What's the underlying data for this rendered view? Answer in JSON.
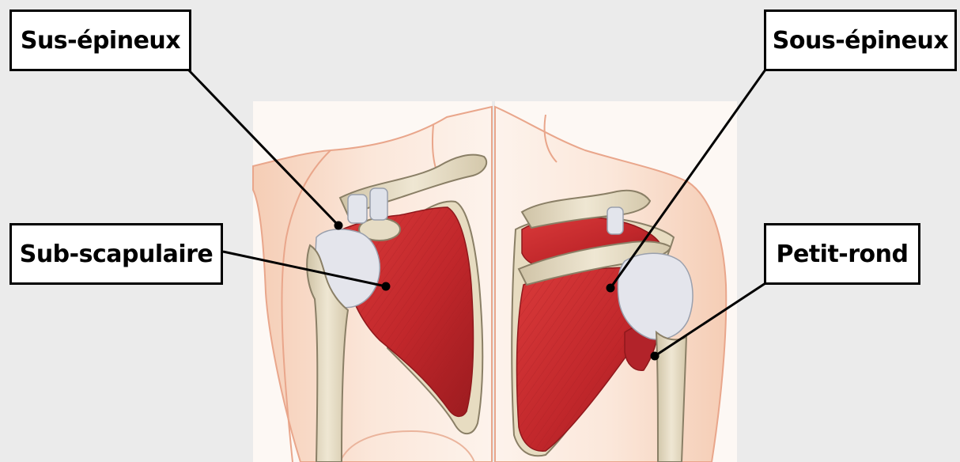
{
  "labels": {
    "sus_epineux": "Sus-épineux",
    "sub_scapulaire": "Sub-scapulaire",
    "sous_epineux": "Sous-épineux",
    "petit_rond": "Petit-rond"
  },
  "colors": {
    "background": "#ebebeb",
    "muscle": "#c8262b",
    "muscle_dark": "#9e1b1f",
    "bone": "#e6dcc4",
    "bone_outline": "#8a7f66",
    "tendon": "#e4e4ea",
    "skin": "#f7dccb",
    "skin_outline": "#e9a68b",
    "leader_line": "#000000"
  }
}
